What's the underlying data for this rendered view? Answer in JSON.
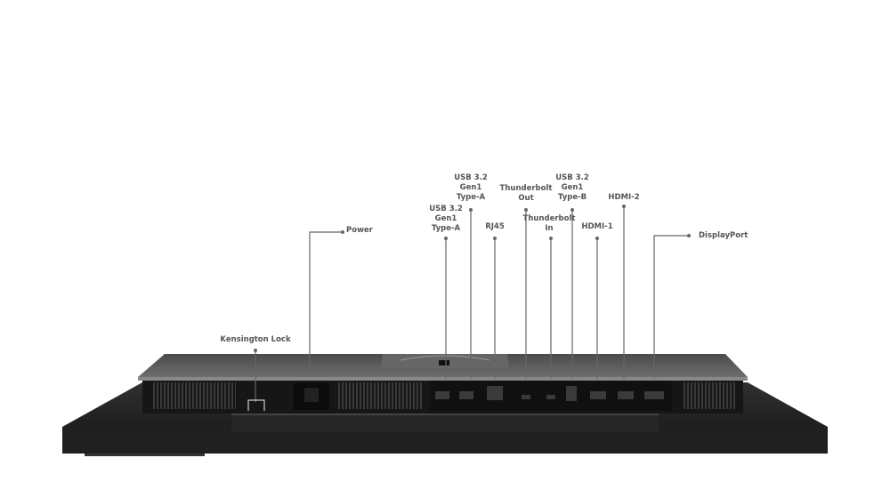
{
  "title": "Monitor rear I/O ports",
  "labels": {
    "power": "Power",
    "kensington": "Kensington Lock",
    "usb_a_1": "USB 3.2\nGen1\nType-A",
    "usb_a_2": "USB 3.2\nGen1\nType-A",
    "rj45": "RJ45",
    "tb_out": "Thunderbolt\nOut",
    "tb_in": "Thunderbolt\nIn",
    "usb_b": "USB 3.2\nGen1\nType-B",
    "hdmi1": "HDMI-1",
    "hdmi2": "HDMI-2",
    "dp": "DisplayPort"
  },
  "colors": {
    "leader": "#666666",
    "label": "#555555",
    "body": "#1c1c1c",
    "top": "#5e5e5e"
  }
}
